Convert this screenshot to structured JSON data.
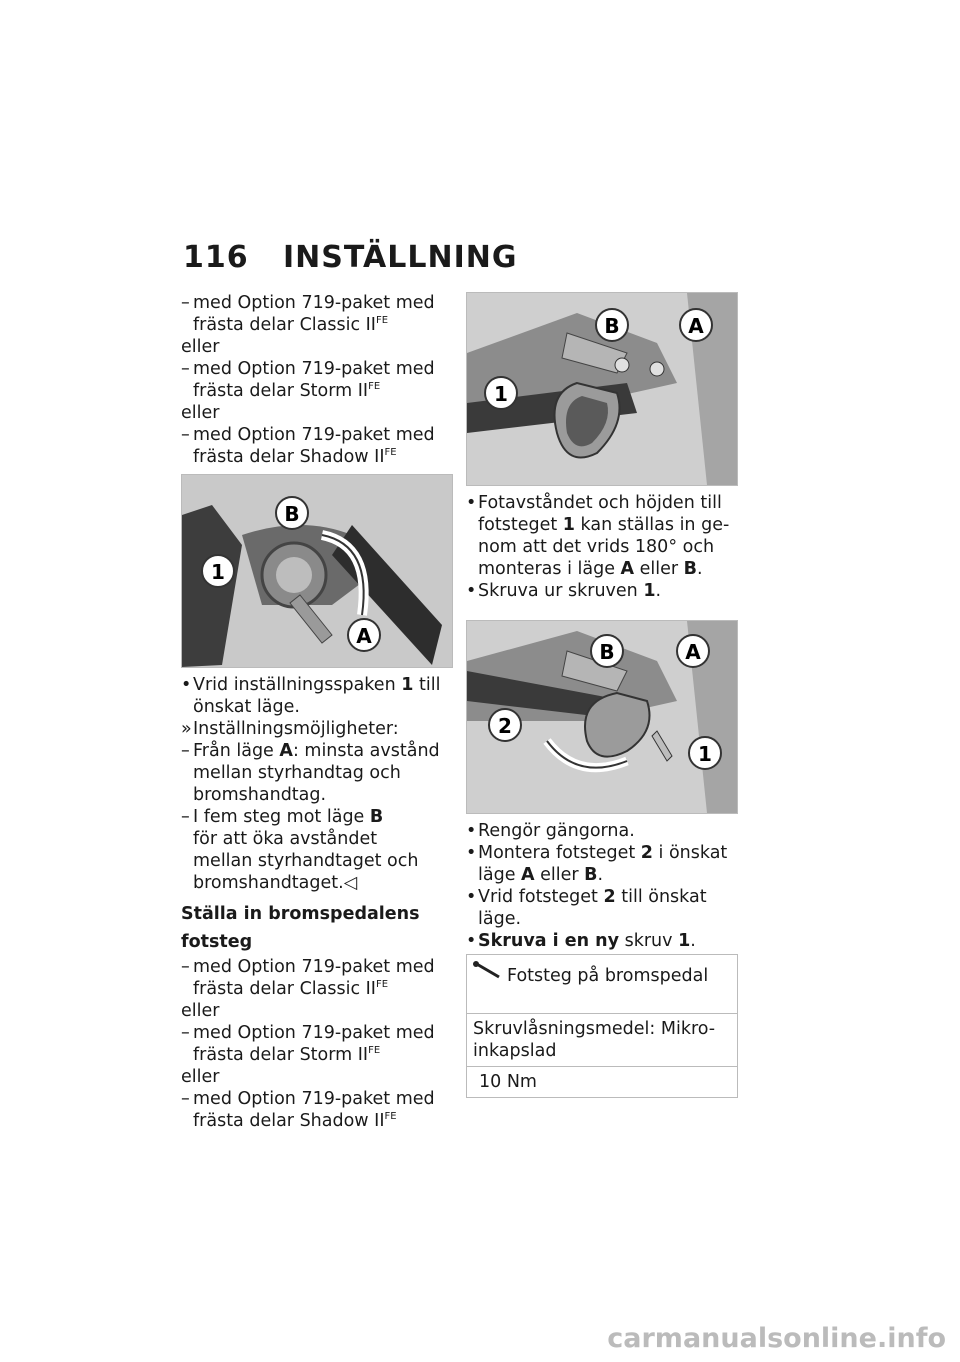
{
  "header": {
    "page_number": "116",
    "title": "INSTÄLLNING"
  },
  "left": {
    "options1": [
      {
        "type": "dash",
        "text": "med Option 719-paket med",
        "cont": "frästa delar Classic II",
        "sup": "FE"
      },
      {
        "type": "plain",
        "text": "eller"
      },
      {
        "type": "dash",
        "text": "med Option 719-paket med",
        "cont": "frästa delar Storm II",
        "sup": "FE"
      },
      {
        "type": "plain",
        "text": "eller"
      },
      {
        "type": "dash",
        "text": "med Option 719-paket med",
        "cont": "frästa delar Shadow II",
        "sup": "FE"
      }
    ],
    "figure_labels": {
      "b": "B",
      "one": "1",
      "a": "A"
    },
    "step_bullet": "•",
    "step1_pre": "Vrid inställningsspaken ",
    "step1_num": "1",
    "step1_post": " till",
    "step1_cont": "önskat läge.",
    "result_arrow": "»",
    "result_text": "Inställningsmöjligheter:",
    "sub1_dash": "–",
    "sub1_pre": "Från läge ",
    "sub1_bold": "A",
    "sub1_post": ": minsta avstånd",
    "sub1_cont1": "mellan styrhandtag och",
    "sub1_cont2": "bromshandtag.",
    "sub2_dash": "–",
    "sub2_pre": "I fem steg mot läge ",
    "sub2_bold": "B",
    "sub2_cont1": "för att öka avståndet",
    "sub2_cont2": "mellan styrhandtaget och",
    "sub2_cont3": "bromshandtaget.◁",
    "heading_line1": "Ställa in bromspedalens",
    "heading_line2": "fotsteg",
    "options2": [
      {
        "type": "dash",
        "text": "med Option 719-paket med",
        "cont": "frästa delar Classic II",
        "sup": "FE"
      },
      {
        "type": "plain",
        "text": "eller"
      },
      {
        "type": "dash",
        "text": "med Option 719-paket med",
        "cont": "frästa delar Storm II",
        "sup": "FE"
      },
      {
        "type": "plain",
        "text": "eller"
      },
      {
        "type": "dash",
        "text": "med Option 719-paket med",
        "cont": "frästa delar Shadow II",
        "sup": "FE"
      }
    ]
  },
  "right": {
    "fig1_labels": {
      "b": "B",
      "a": "A",
      "one": "1"
    },
    "p1_bullet": "•",
    "p1_l1": "Fotavståndet och höjden till",
    "p1_l2_pre": "fotsteget ",
    "p1_l2_num": "1",
    "p1_l2_post": " kan ställas in ge-",
    "p1_l3": "nom att det vrids 180° och",
    "p1_l4_pre": "monteras i läge ",
    "p1_l4_a": "A",
    "p1_l4_mid": " eller ",
    "p1_l4_b": "B",
    "p1_l4_end": ".",
    "p2_bullet": "•",
    "p2_pre": "Skruva ur skruven ",
    "p2_num": "1",
    "p2_end": ".",
    "fig2_labels": {
      "b": "B",
      "a": "A",
      "two": "2",
      "one": "1"
    },
    "p3_bullet": "•",
    "p3": "Rengör gängorna.",
    "p4_bullet": "•",
    "p4_pre": "Montera fotsteget ",
    "p4_num": "2",
    "p4_post": " i önskat",
    "p4_cont_pre": "läge ",
    "p4_cont_a": "A",
    "p4_cont_mid": " eller ",
    "p4_cont_b": "B",
    "p4_cont_end": ".",
    "p5_bullet": "•",
    "p5_pre": "Vrid fotsteget ",
    "p5_num": "2",
    "p5_post": " till önskat",
    "p5_cont": "läge.",
    "p6_bullet": "•",
    "p6_bold": "Skruva i en ny",
    "p6_mid": " skruv ",
    "p6_num": "1",
    "p6_end": ".",
    "spec_title": "Fotsteg på bromspedal",
    "spec_l1": "Skruvlåsningsmedel: Mikro-",
    "spec_l2": "inkapslad",
    "spec_value": "10 Nm"
  },
  "watermark": "carmanualsonline.info"
}
